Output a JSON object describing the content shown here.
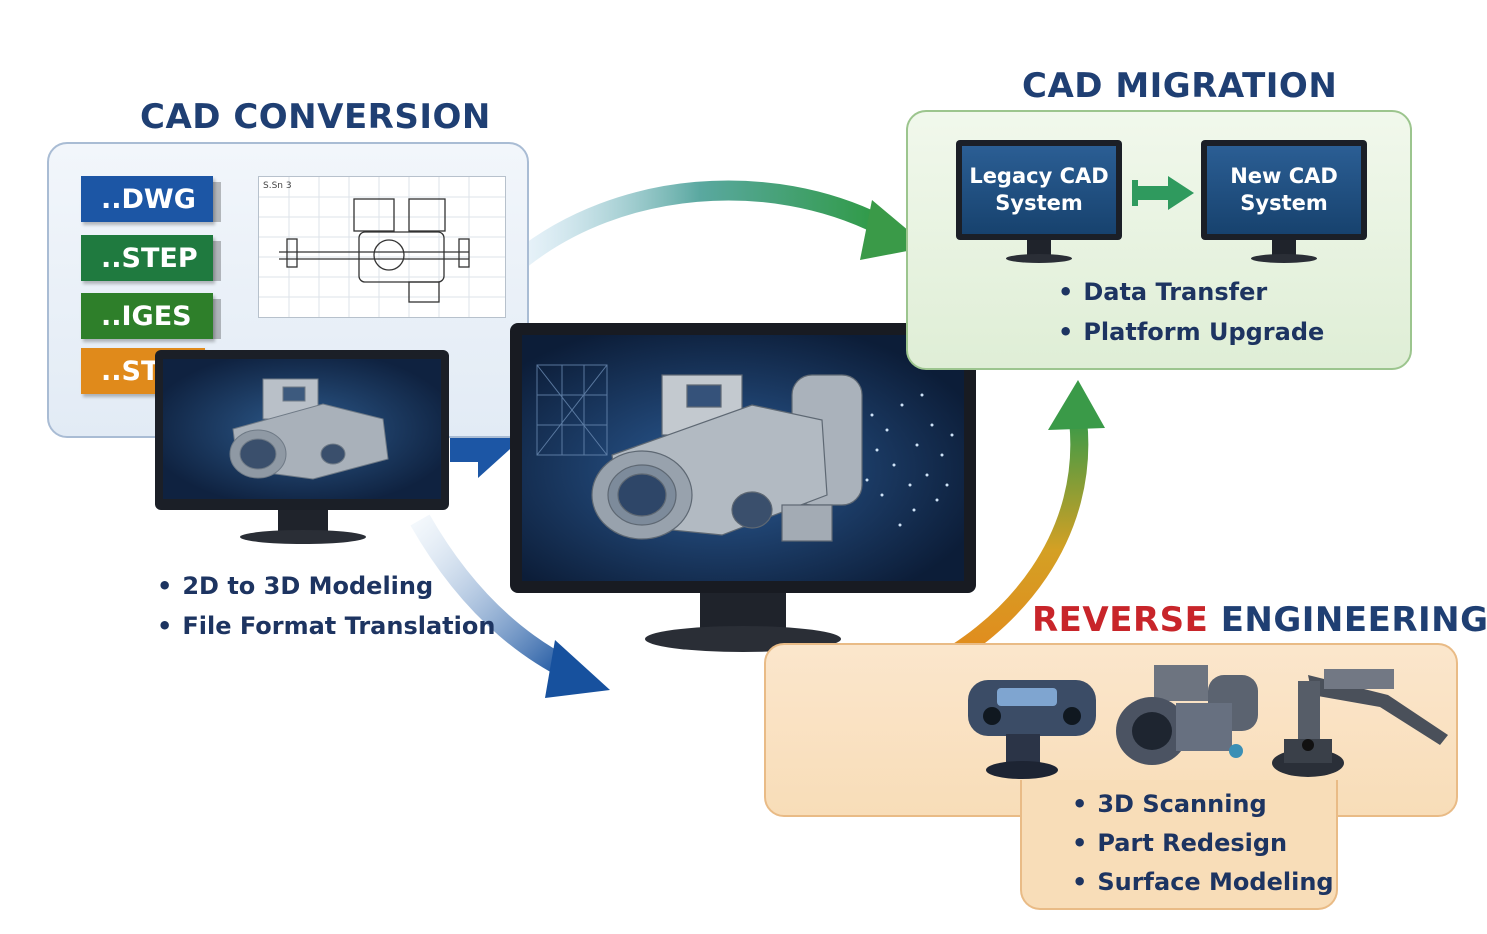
{
  "conversion": {
    "heading": "CAD CONVERSION",
    "formats": [
      {
        "label": "..DWG",
        "color": "#1c56a5"
      },
      {
        "label": "..STEP",
        "color": "#1f7a3f"
      },
      {
        "label": "..IGES",
        "color": "#2e7f2a"
      },
      {
        "label": "..STL",
        "color": "#e08a1b"
      }
    ],
    "drawing_note": "S.Sn 3",
    "bullets": [
      "2D to 3D Modeling",
      "File Format Translation"
    ]
  },
  "migration": {
    "heading": "CAD MIGRATION",
    "legacy": [
      "Legacy CAD",
      "System"
    ],
    "new": [
      "New CAD",
      "System"
    ],
    "bullets": [
      "Data Transfer",
      "Platform Upgrade"
    ]
  },
  "reverse": {
    "heading_red": "REVERSE",
    "heading_blue": "ENGINEERING",
    "bullets": [
      "3D Scanning",
      "Part Redesign",
      "Surface Modeling"
    ]
  },
  "colors": {
    "heading_blue": "#1f3f73",
    "reverse_red": "#c8252a",
    "arrow_green": "#3a9a48",
    "arrow_blue": "#1c56a5",
    "arrow_orange": "#e5861c"
  }
}
